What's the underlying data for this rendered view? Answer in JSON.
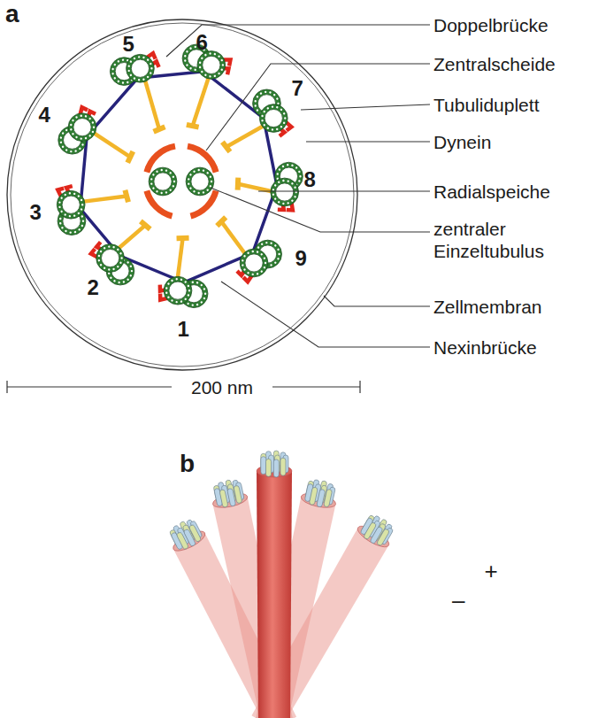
{
  "diagram": {
    "labels": [
      "a",
      "5",
      "6",
      "Doppelbrücke",
      "4",
      "Zentralscheide",
      "7",
      "Tubuliduplett",
      "Dynein",
      "8",
      "3",
      "Radialspeiche",
      "zentraler Einzeltubulus",
      "9",
      "2",
      "Zellmembran",
      "1",
      "Nexinbrücke",
      "200 nm",
      "b",
      "+",
      "–"
    ]
  }
}
